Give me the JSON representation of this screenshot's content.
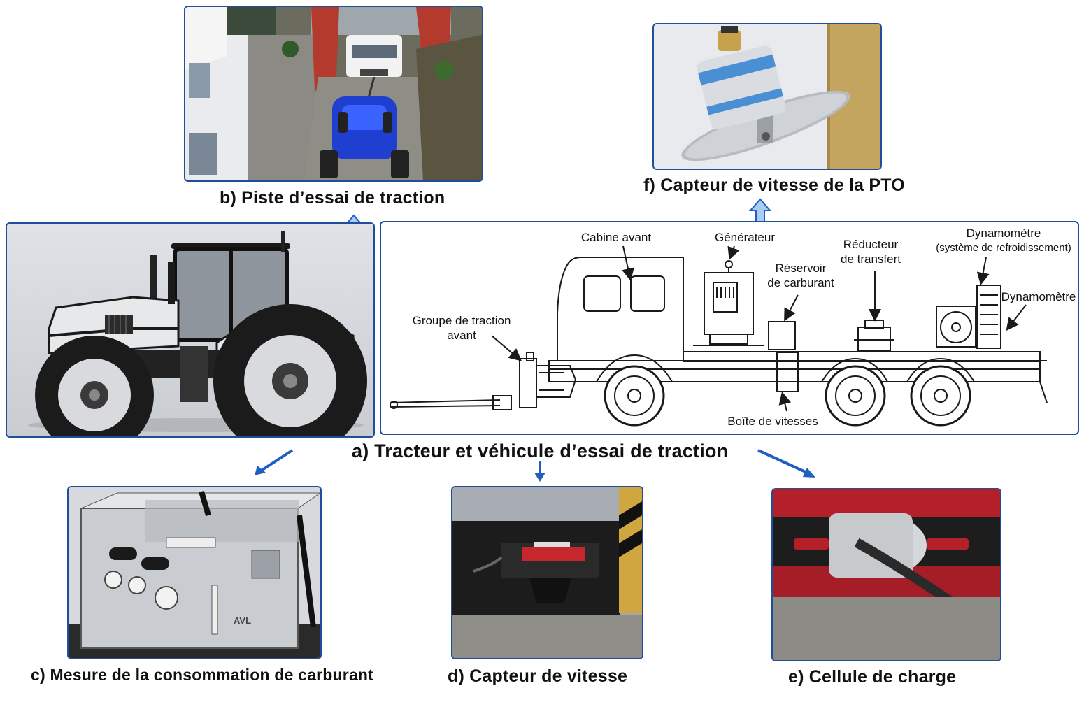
{
  "captions": {
    "a": "a) Tracteur et véhicule d’essai de traction",
    "b": "b) Piste d’essai de traction",
    "c": "c) Mesure de la consommation de carburant",
    "d": "d) Capteur de vitesse",
    "e": "e) Cellule de charge",
    "f": "f) Capteur de vitesse de la PTO"
  },
  "diagram_labels": {
    "cabine": "Cabine avant",
    "generateur": "Générateur",
    "reducteur_1": "Réducteur",
    "reducteur_2": "de transfert",
    "dyn_top_1": "Dynamomètre",
    "dyn_top_2": "(système de refroidissement)",
    "reservoir_1": "Réservoir",
    "reservoir_2": "de carburant",
    "dyn_side": "Dynamomètre",
    "groupe_1": "Groupe de traction",
    "groupe_2": "avant",
    "boite": "Boîte de vitesses"
  },
  "device_text": {
    "avl_logo": "AVL"
  },
  "colors": {
    "frame_blue": "#1f4e9c",
    "arrow_blue": "#1f5fbf",
    "hollow_arrow_fill": "#a9cdf5",
    "tractor_blue": "#1e3fcf",
    "load_cell_red": "#b3202a",
    "sensor_ring": "#4a8fd4"
  }
}
